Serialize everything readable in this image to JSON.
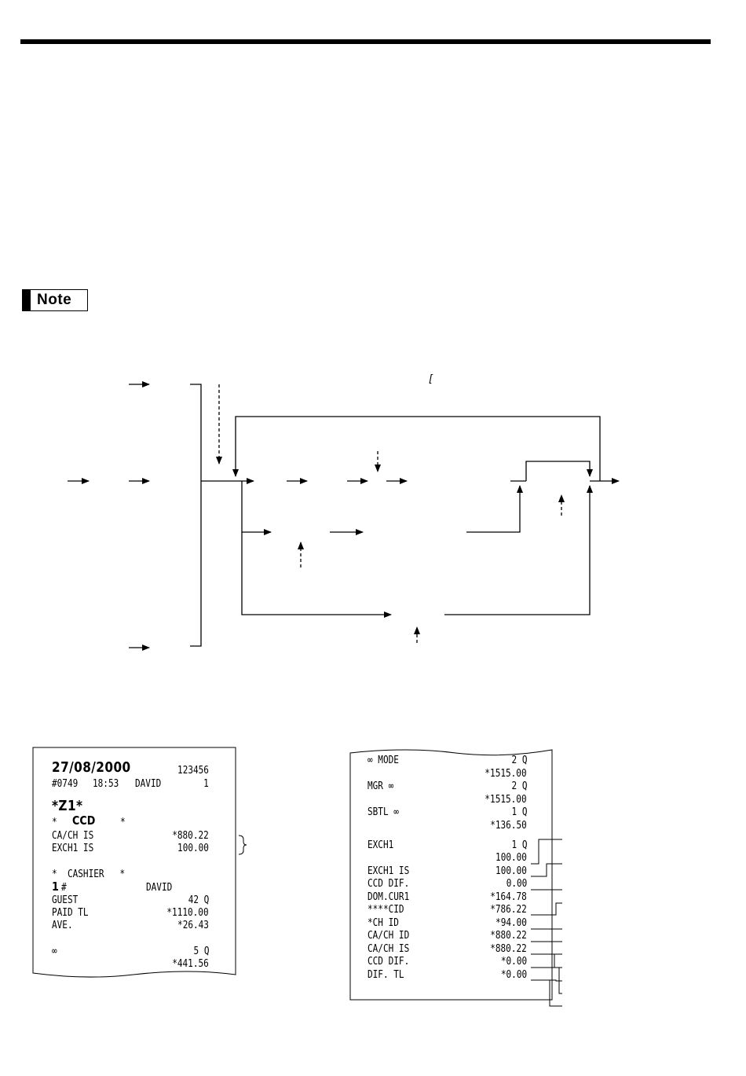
{
  "note": {
    "label": "Note"
  },
  "flow_chart": {
    "bracket_mark": "["
  },
  "receipt_left": {
    "date": "27/08/2000",
    "machine_no": "123456",
    "consec_no": "#0749",
    "time": "18:53",
    "cashier_name": "DAVID",
    "register_no": "1",
    "report_type": "*Z1*",
    "title_prefix": "*",
    "title": "CCD",
    "title_suffix": "*",
    "rows_a": [
      {
        "label": "CA/CH IS",
        "value": "*880.22"
      },
      {
        "label": "EXCH1 IS",
        "value": "100.00"
      }
    ],
    "cashier_header": "*  CASHIER   *",
    "cashier_code": "1",
    "cashier_hash": "#",
    "cashier_code_name": "DAVID",
    "rows_b": [
      {
        "label": "GUEST",
        "value": "42 Q"
      },
      {
        "label": "PAID TL",
        "value": "*1110.00"
      },
      {
        "label": "AVE.",
        "value": "*26.43"
      }
    ],
    "footer_symbol": "∞",
    "footer_count": "5 Q",
    "footer_total": "*441.56"
  },
  "receipt_right": {
    "rows": [
      {
        "label": "∞ MODE",
        "value": "2 Q"
      },
      {
        "label": "",
        "value": "*1515.00"
      },
      {
        "label": "MGR ∞",
        "value": "2 Q"
      },
      {
        "label": "",
        "value": "*1515.00"
      },
      {
        "label": "SBTL ∞",
        "value": "1 Q"
      },
      {
        "label": "",
        "value": "*136.50"
      },
      {
        "label": "",
        "value": ""
      },
      {
        "label": "EXCH1",
        "value": "1 Q"
      },
      {
        "label": "",
        "value": "100.00"
      },
      {
        "label": "EXCH1 IS",
        "value": "100.00"
      },
      {
        "label": "CCD DIF.",
        "value": "0.00"
      },
      {
        "label": "DOM.CUR1",
        "value": "*164.78"
      },
      {
        "label": "****CID",
        "value": "*786.22"
      },
      {
        "label": "*CH ID",
        "value": "*94.00"
      },
      {
        "label": "CA/CH ID",
        "value": "*880.22"
      },
      {
        "label": "CA/CH IS",
        "value": "*880.22"
      },
      {
        "label": "CCD DIF.",
        "value": "*0.00"
      },
      {
        "label": "DIF. TL",
        "value": "*0.00"
      }
    ]
  }
}
